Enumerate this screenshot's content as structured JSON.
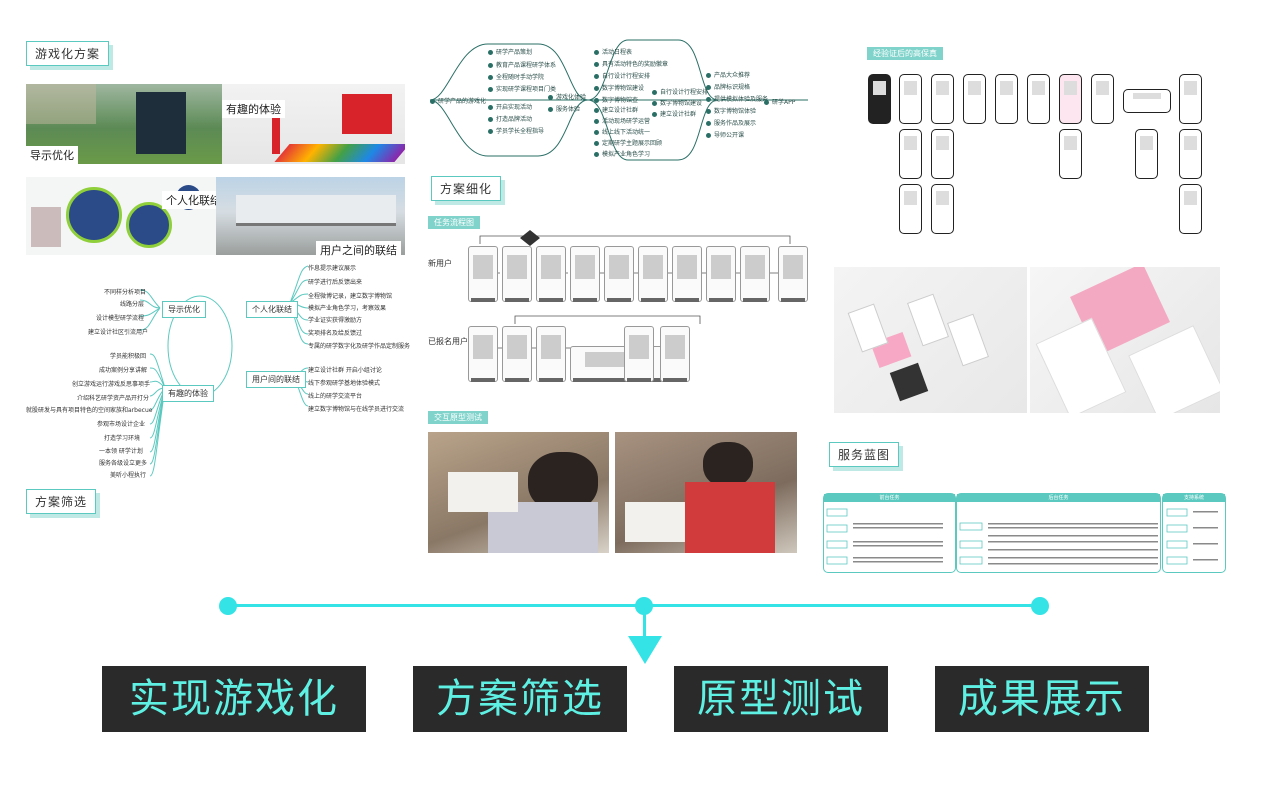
{
  "sections": {
    "game_plan": "游戏化方案",
    "plan_filter": "方案筛选",
    "plan_refine": "方案细化",
    "service_blueprint": "服务蓝图"
  },
  "photos": {
    "guide": "导示优化",
    "fun": "有趣的体验",
    "personal": "个人化联结",
    "between_users": "用户之间的联结"
  },
  "mindmap": {
    "nodes": [
      "导示优化",
      "个人化联结",
      "有趣的体验",
      "用户间的联结"
    ],
    "guide_items": [
      "不同样分析项目",
      "线路分层",
      "设计模型研学流程",
      "建立设计社区引流用户"
    ],
    "fun_items": [
      "学员能积极回",
      "成功案例分享讲解",
      "创立游戏运行游戏反思事项手",
      "介绍科艺研学资产品开打分",
      "就股研发与具有项目特色的空间家族和arbecue",
      "参观市场设计企业",
      "打造学习环境",
      "一本领 研学计划",
      "服务各级设立更多",
      "美听小程执行"
    ],
    "personal_items": [
      "作息提示建议展示",
      "研学进行后反馈出来",
      "全程微博记录，建立数字博物馆",
      "模拟产业角色学习，考察效果",
      "学业证实获得激励方",
      "奖项排名及给反馈过",
      "专属的研学数字化及研学作品定制服务"
    ],
    "user_items": [
      "建立设计社群 开启小组讨论",
      "线下参观研学基地体验模式",
      "线上的研学交流平台",
      "建立数字博物馆与在线学员进行交流"
    ]
  },
  "flow": {
    "start": "研学产品的游戏化",
    "col1": [
      "研学产品策划",
      "教育产品课程研学体系",
      "全程随时手动学院",
      "实现研学课程项目门类",
      "开启实现活动",
      "打造品牌活动",
      "学员学长全程指导"
    ],
    "mid1": "游戏化体验",
    "mid2": "服务体验",
    "col2": [
      "活动日程表",
      "具有活动特色的奖励徽章",
      "自行设计行程安排",
      "数字博物馆建设",
      "数字博物馆查",
      "建立设计社群",
      "活动现场研学运营",
      "线上线下活动统一",
      "定期研学主题展示回顾",
      "模拟产业角色学习"
    ],
    "col3": [
      "自行设计行程安排",
      "数字博物馆建设",
      "建立设计社群"
    ],
    "col4": [
      "产品大众推荐",
      "品牌标识规格",
      "提供模拟体验及服务",
      "数字博物馆体验",
      "服务作品及展示",
      "导师公开课"
    ],
    "end": "研学APP"
  },
  "refine": {
    "task_tag": "任务流程图",
    "new_user": "新用户",
    "registered_user": "已报名用户",
    "test_tag": "交互原型测试"
  },
  "hifi": {
    "tag": "经验证后的高保真"
  },
  "blueprint": {
    "group1": "前台任务",
    "group2": "后台任务",
    "group3": "支持系统"
  },
  "timeline": {
    "steps": [
      "实现游戏化",
      "方案筛选",
      "原型测试",
      "成果展示"
    ]
  },
  "colors": {
    "accent": "#33e3e6",
    "button_bg": "#2a2a2a",
    "button_text": "#5ff0e4",
    "teal_border": "#5cc9c0"
  }
}
